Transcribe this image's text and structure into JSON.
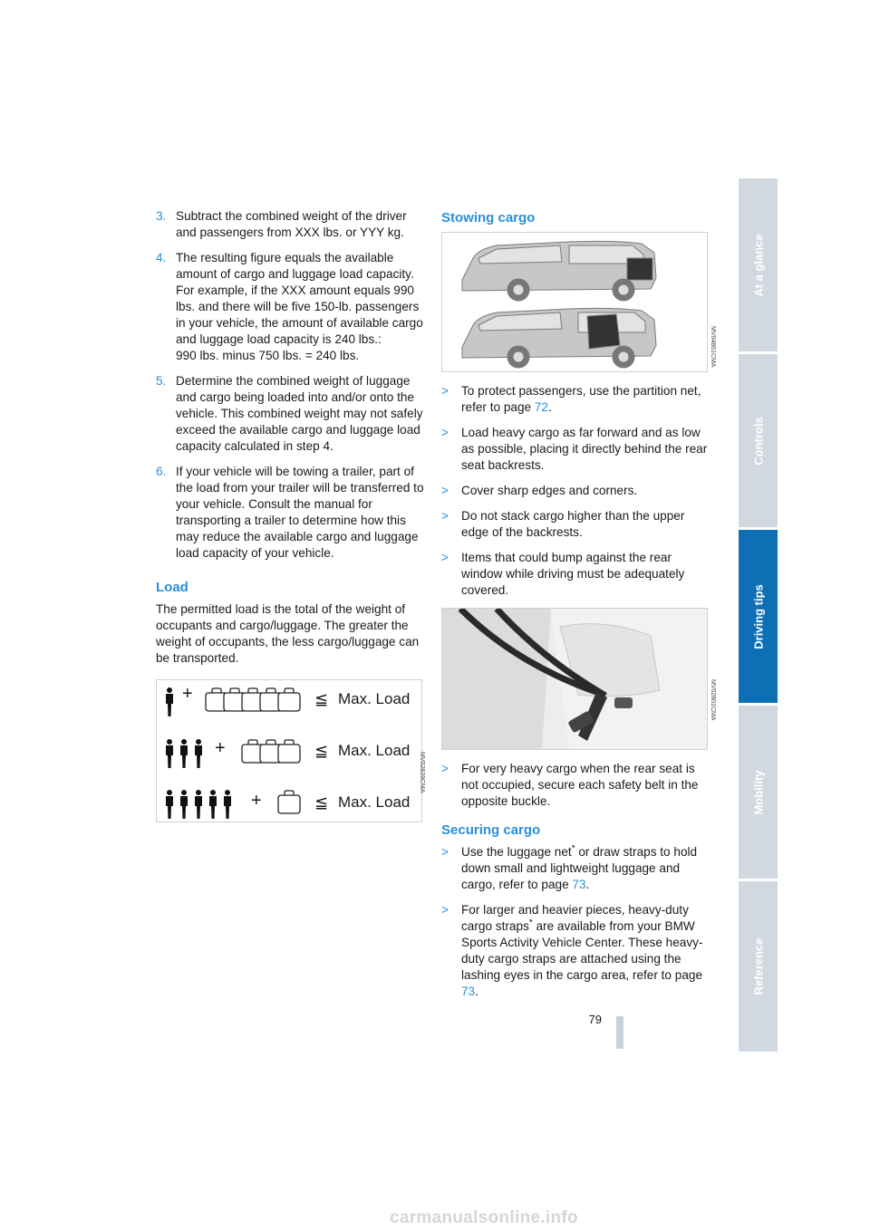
{
  "left_col": {
    "items": [
      {
        "num": "3.",
        "text": "Subtract the combined weight of the driver and passengers from XXX lbs. or YYY kg."
      },
      {
        "num": "4.",
        "text": "The resulting figure equals the available amount of cargo and luggage load capacity. For example, if the XXX amount equals 990 lbs. and there will be five 150-lb. passengers in your vehicle, the amount of available cargo and luggage load capacity is 240 lbs.:",
        "extra": "990 lbs. minus 750 lbs. = 240 lbs."
      },
      {
        "num": "5.",
        "text": "Determine the combined weight of luggage and cargo being loaded into and/or onto the vehicle. This combined weight may not safely exceed the available cargo and luggage load capacity calculated in step 4."
      },
      {
        "num": "6.",
        "text": "If your vehicle will be towing a trailer, part of the load from your trailer will be transferred to your vehicle. Consult the manual for transporting a trailer to determine how this may reduce the available cargo and luggage load capacity of your vehicle."
      }
    ],
    "load_heading": "Load",
    "load_text": "The permitted load is the total of the weight of occupants and cargo/luggage. The greater the weight of occupants, the less cargo/luggage can be transported.",
    "load_figure": {
      "code": "MV02839CMA",
      "rows": [
        {
          "plus": "+",
          "leq": "≦",
          "label": "Max. Load"
        },
        {
          "plus": "+",
          "leq": "≦",
          "label": "Max. Load"
        },
        {
          "plus": "+",
          "leq": "≦",
          "label": "Max. Load"
        }
      ]
    }
  },
  "right_col": {
    "stowing_heading": "Stowing cargo",
    "car_figure_code": "MV04861CMA",
    "bullets1": [
      {
        "mark": ">",
        "text": "To protect passengers, use the partition net, refer to page ",
        "link": "72",
        "after": "."
      },
      {
        "mark": ">",
        "text": "Load heavy cargo as far forward and as low as possible, placing it directly behind the rear seat backrests."
      },
      {
        "mark": ">",
        "text": "Cover sharp edges and corners."
      },
      {
        "mark": ">",
        "text": "Do not stack cargo higher than the upper edge of the backrests."
      },
      {
        "mark": ">",
        "text": "Items that could bump against the rear window while driving must be adequately covered."
      }
    ],
    "seat_figure_code": "MV02801CMA",
    "bullet_seat": {
      "mark": ">",
      "text": "For very heavy cargo when the rear seat is not occupied, secure each safety belt in the opposite buckle."
    },
    "securing_heading": "Securing cargo",
    "bullets2": [
      {
        "mark": ">",
        "pre": "Use the luggage net",
        "star": "*",
        "text": " or draw straps to hold down small and lightweight luggage and cargo, refer to page ",
        "link": "73",
        "after": "."
      },
      {
        "mark": ">",
        "pre": "For larger and heavier pieces, heavy-duty cargo straps",
        "star": "*",
        "text": " are available from your BMW Sports Activity Vehicle Center. These heavy-duty cargo straps are attached using the lashing eyes in the cargo area, refer to page ",
        "link": "73",
        "after": "."
      }
    ]
  },
  "tabs": [
    "At a glance",
    "Controls",
    "Driving tips",
    "Mobility",
    "Reference"
  ],
  "active_tab": "Driving tips",
  "page_number": "79",
  "watermark": "carmanualsonline.info",
  "colors": {
    "accent": "#2a8fd8",
    "tab_active": "#0f6fb4",
    "tab_inactive": "#d2d8df"
  }
}
